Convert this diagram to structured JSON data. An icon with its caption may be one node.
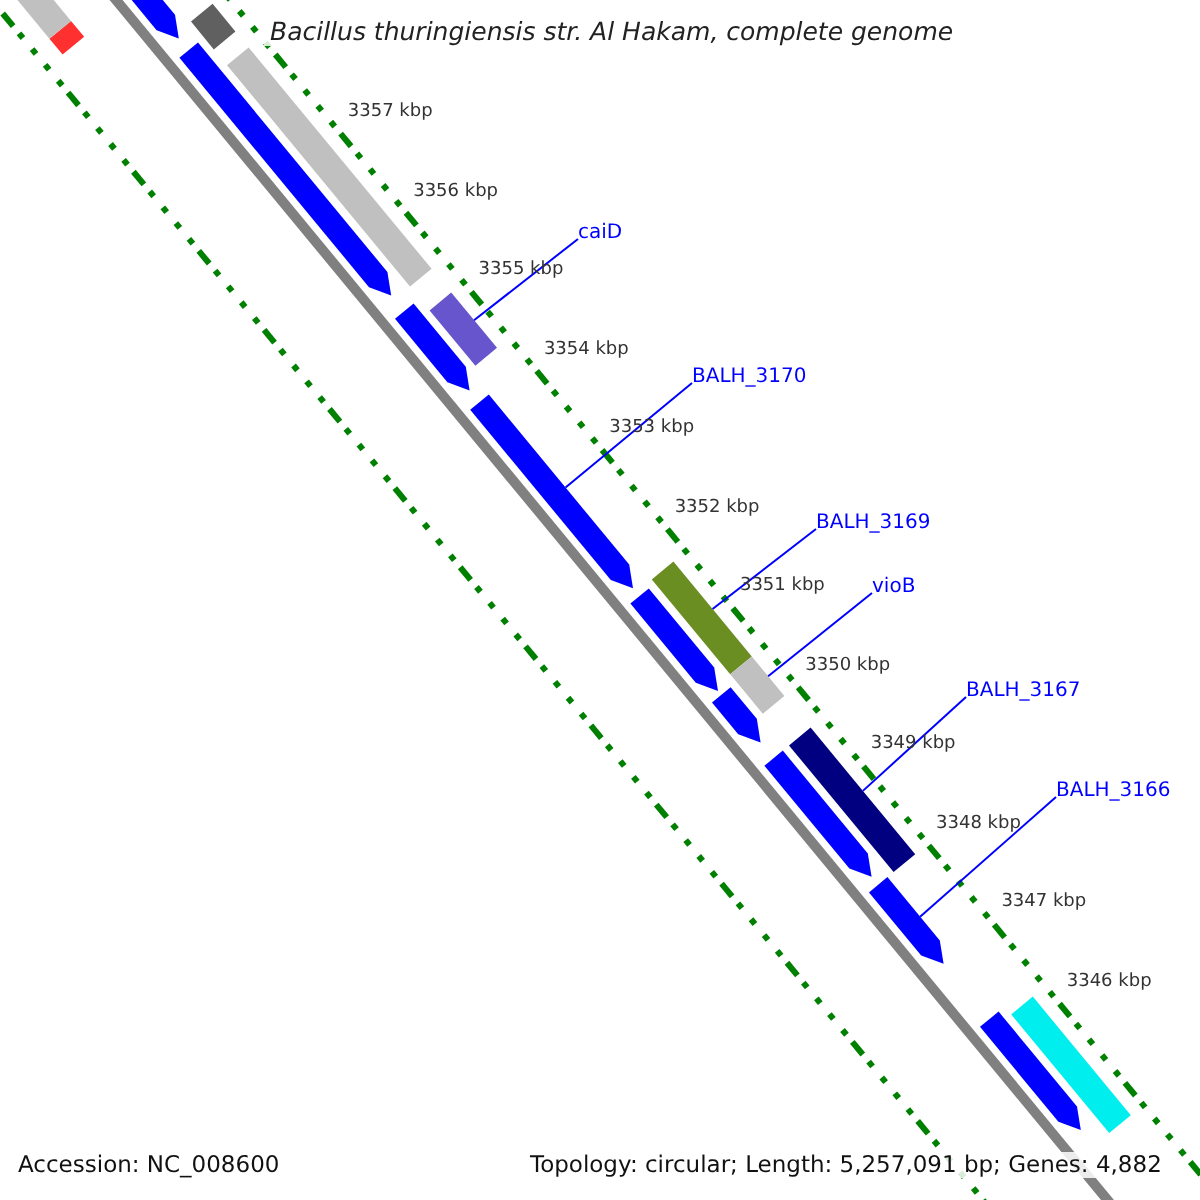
{
  "diagram": {
    "title": "Bacillus thuringiensis str. Al Hakam, complete genome",
    "nodes": [
      {
        "text": [
          "caiD"
        ]
      },
      {
        "text": [
          "BALH_3170"
        ]
      },
      {
        "text": [
          "BALH_3169"
        ]
      },
      {
        "text": [
          "vioB"
        ]
      },
      {
        "text": [
          "BALH_3167"
        ]
      },
      {
        "text": [
          "BALH_3166"
        ]
      },
      {
        "text": [],
        "shape": "bar"
      },
      {
        "text": [],
        "shape": "bar"
      },
      {
        "text": [],
        "shape": "bar"
      },
      {
        "text": [],
        "shape": "arrow"
      },
      {
        "text": [],
        "shape": "bar"
      },
      {
        "text": [],
        "shape": "arrow"
      },
      {
        "text": [],
        "shape": "bar"
      },
      {
        "text": [],
        "shape": "arrow"
      },
      {
        "text": [],
        "shape": "arrow"
      },
      {
        "text": [],
        "shape": "bar"
      },
      {
        "text": [],
        "shape": "bar"
      },
      {
        "text": [],
        "shape": "arrow"
      },
      {
        "text": [],
        "shape": "arrow"
      },
      {
        "text": [],
        "shape": "bar"
      },
      {
        "text": [],
        "shape": "arrow"
      },
      {
        "text": [],
        "shape": "arrow"
      },
      {
        "text": [],
        "shape": "bar"
      },
      {
        "text": [],
        "shape": "arrow"
      }
    ],
    "edges": [
      {
        "from": 0,
        "to": 12,
        "arrow": "none"
      },
      {
        "from": 1,
        "to": 14,
        "arrow": "none"
      },
      {
        "from": 2,
        "to": 15,
        "arrow": "none"
      },
      {
        "from": 3,
        "to": 16,
        "arrow": "none"
      },
      {
        "from": 4,
        "to": 19,
        "arrow": "none"
      },
      {
        "from": 5,
        "to": 21,
        "arrow": "none"
      }
    ],
    "labels": [
      "3357 kbp",
      "3356 kbp",
      "3355 kbp",
      "3354 kbp",
      "3353 kbp",
      "3352 kbp",
      "3351 kbp",
      "3350 kbp",
      "3349 kbp",
      "3348 kbp",
      "3347 kbp",
      "3346 kbp",
      "Accession: NC_008600",
      "Topology: circular; Length: 5,257,091 bp; Genes: 4,882"
    ]
  }
}
